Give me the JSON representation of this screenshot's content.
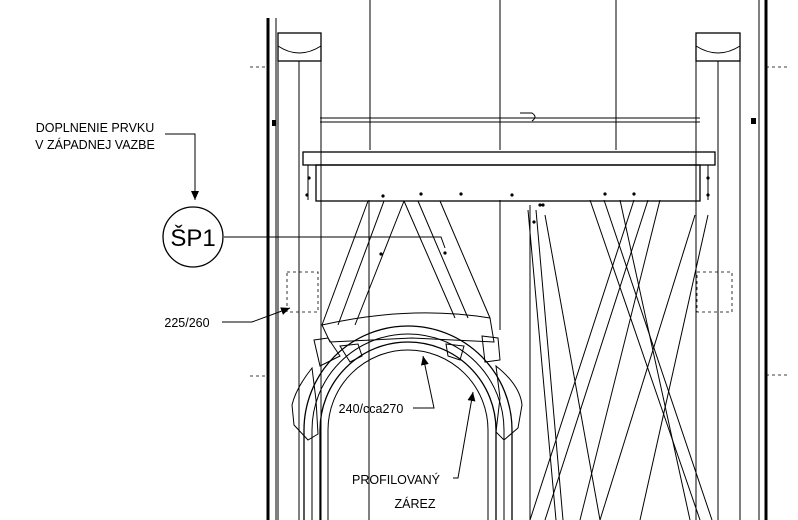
{
  "labels": {
    "note_line1": "DOPLNENIE PRVKU",
    "note_line2": "V ZÁPADNEJ VAZBE",
    "tag": "ŠP1",
    "dim_left": "225/260",
    "dim_arch": "240/cca270",
    "cut_line1": "PROFILOVANÝ",
    "cut_line2": "ZÁREZ"
  }
}
